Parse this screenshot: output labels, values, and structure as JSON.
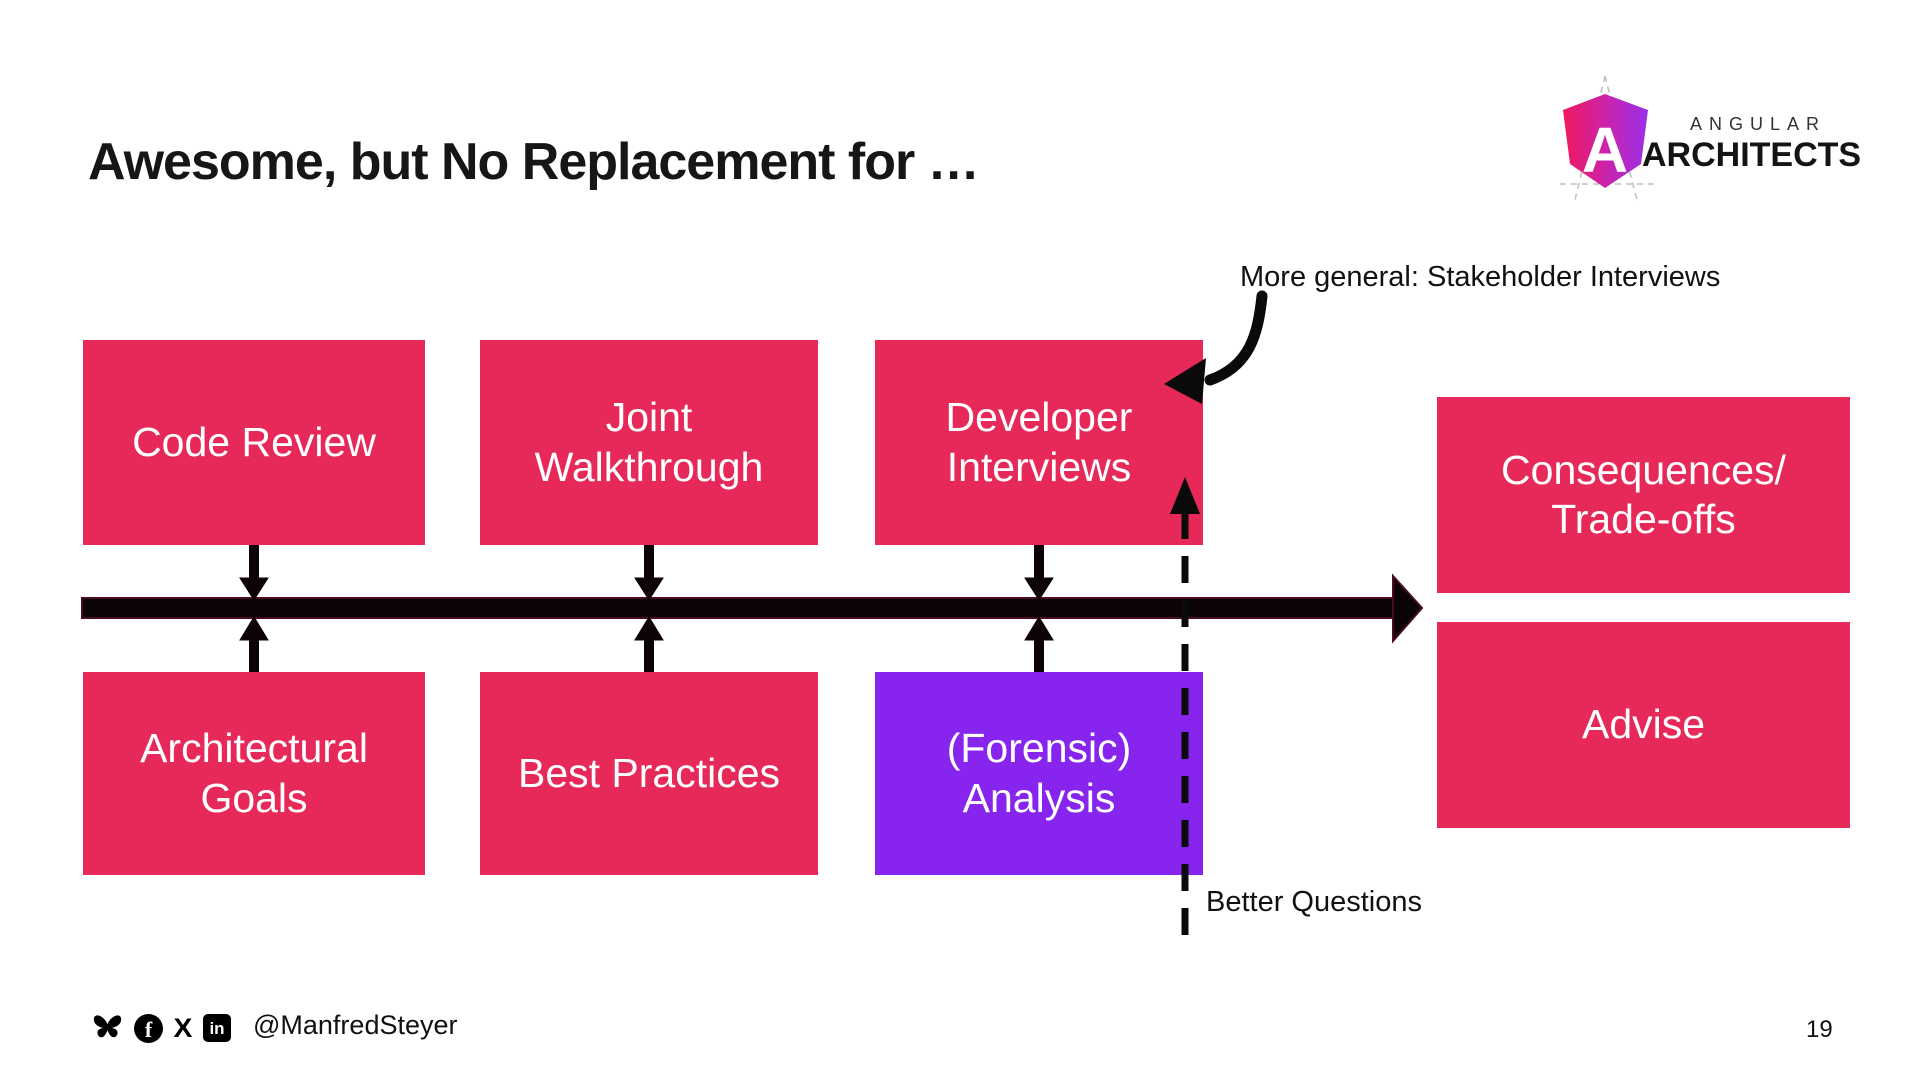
{
  "title": "Awesome, but No Replacement for …",
  "logo": {
    "letter": "A",
    "line1": "ANGULAR",
    "line2": "ARCHITECTS"
  },
  "annotations": {
    "stakeholder_note": "More general: Stakeholder Interviews",
    "better_questions": "Better Questions"
  },
  "boxes": {
    "code_review": "Code Review",
    "joint_walkthrough": "Joint\nWalkthrough",
    "developer_interviews": "Developer\nInterviews",
    "architectural_goals": "Architectural\nGoals",
    "best_practices": "Best Practices",
    "forensic_analysis": "(Forensic)\nAnalysis",
    "consequences_tradeoffs": "Consequences/\nTrade-offs",
    "advise": "Advise"
  },
  "footer": {
    "handle": "@ManfredSteyer",
    "page_number": "19",
    "facebook_glyph": "f",
    "x_glyph": "X",
    "linkedin_glyph": "in"
  },
  "colors": {
    "box_pink": "#E62958",
    "box_purple": "#8725EE",
    "arrow_black": "#0b0307",
    "arrow_edge_maroon": "#4a0d1d"
  }
}
